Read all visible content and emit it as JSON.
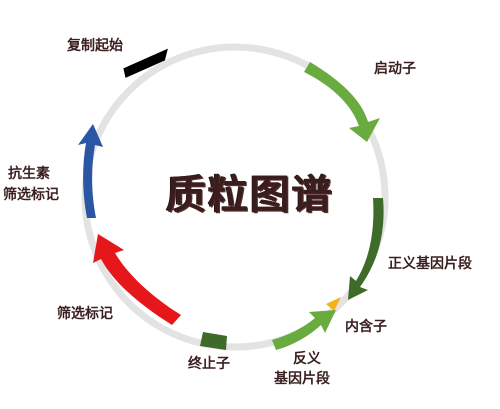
{
  "title": "质粒图谱",
  "labels": {
    "ori": "复制起始",
    "promoter": "启动子",
    "sense": "正义基因片段",
    "intron": "内含子",
    "antisense_line1": "反义",
    "antisense_line2": "基因片段",
    "terminator": "终止子",
    "marker": "筛选标记",
    "antibiotic_line1": "抗生素",
    "antibiotic_line2": "筛选标记"
  },
  "colors": {
    "ring": "#e3e3e3",
    "ori": "#000000",
    "promoter": "#6aab3f",
    "sense": "#3e6b2a",
    "intron": "#f2b21a",
    "antisense": "#6aab3f",
    "terminator": "#3e6b2a",
    "marker": "#e5171a",
    "antibiotic": "#2b56a3",
    "text": "#3a1f1f"
  }
}
